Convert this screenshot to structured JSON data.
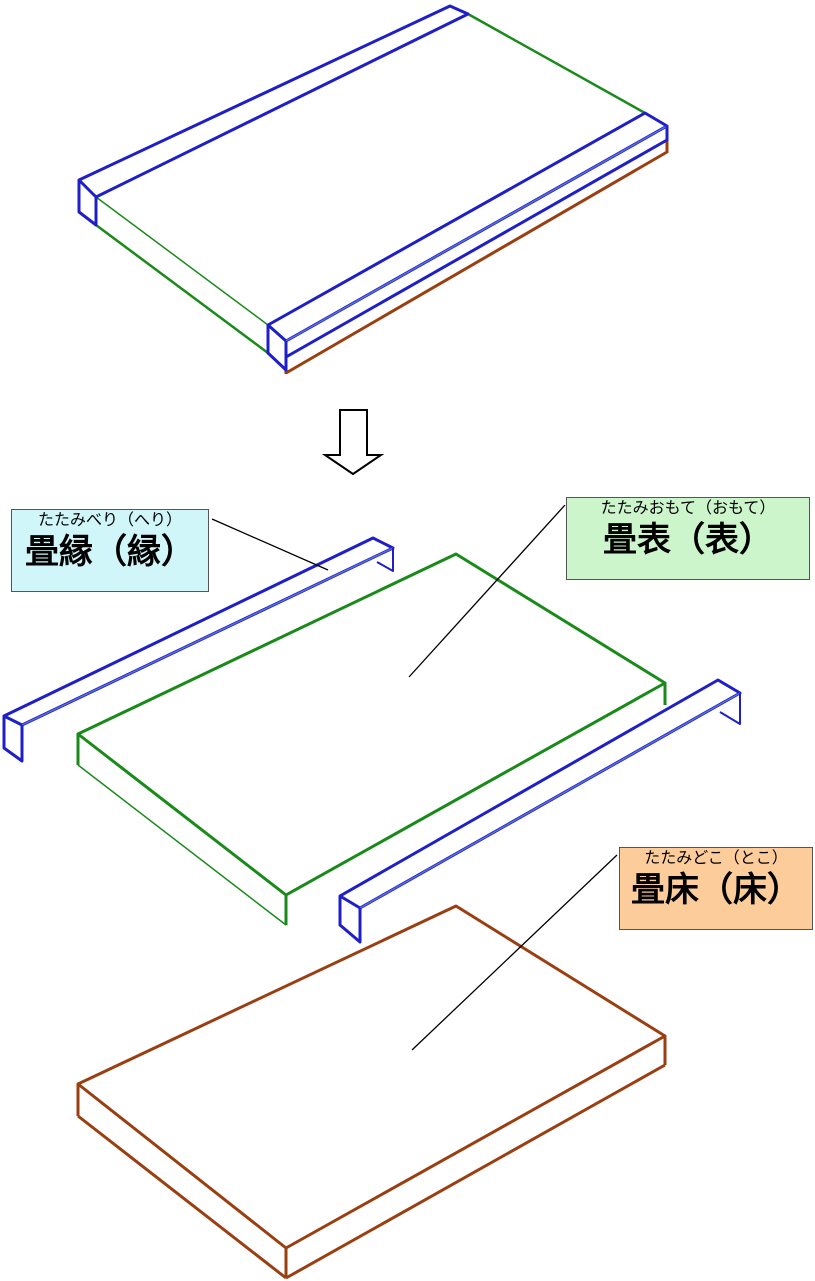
{
  "colors": {
    "heri": "#1f1fc8",
    "heri_face": "#5a6fd8",
    "omote": "#1a8a1a",
    "toko": "#9a3f12",
    "leader": "#000000",
    "heri_bg": "#d0f6fa",
    "omote_bg": "#ccf5cc",
    "toko_bg": "#fccc9a"
  },
  "labels": {
    "heri": {
      "ruby": "たたみべり（へり）",
      "kanji": "畳縁（縁）"
    },
    "omote": {
      "ruby": "たたみおもて（おもて）",
      "kanji": "畳表（表）"
    },
    "toko": {
      "ruby": "たたみどこ（とこ）",
      "kanji": "畳床（床）"
    }
  },
  "icons": {
    "arrow": "down-arrow-icon"
  }
}
